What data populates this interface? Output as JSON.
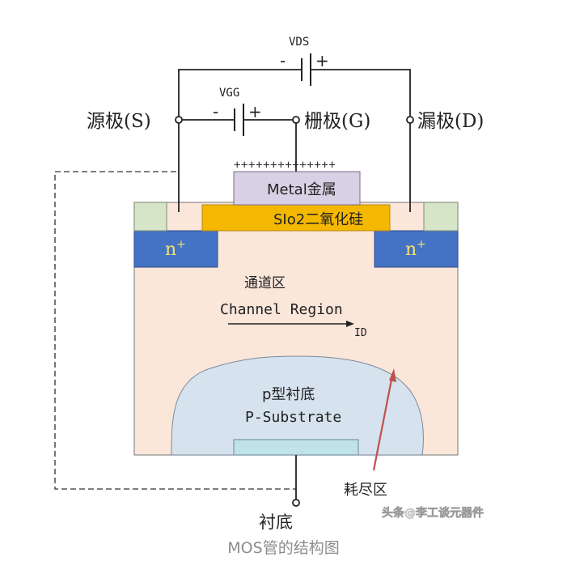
{
  "labels": {
    "vds": "VDS",
    "vgg": "VGG",
    "vds_minus": "-",
    "vds_plus": "+",
    "vgg_minus": "-",
    "vgg_plus": "+",
    "source": "源极(S)",
    "gate": "栅极(G)",
    "drain": "漏极(D)",
    "metal": "Metal金属",
    "oxide": "SIo2二氧化硅",
    "n_left": "n",
    "n_left_sup": "+",
    "n_right": "n",
    "n_right_sup": "+",
    "gate_charges": "++++++++++++++",
    "channel_cn": "通道区",
    "channel_en": "Channel Region",
    "id_label": "ID",
    "substrate_cn": "p型衬底",
    "substrate_en": "P-Substrate",
    "depletion": "耗尽区",
    "body_terminal": "衬底",
    "watermark": "头条@李工谈元器件"
  },
  "caption": "MOS管的结构图",
  "colors": {
    "substrate_fill": "#fbe6da",
    "depletion_fill": "#d6e2ee",
    "n_region_fill": "#4472c4",
    "contact_fill": "#d6e5c8",
    "oxide_fill": "#f5b800",
    "metal_fill": "#d8d0e4",
    "arrow_red": "#c0504d",
    "wire": "#222222"
  }
}
